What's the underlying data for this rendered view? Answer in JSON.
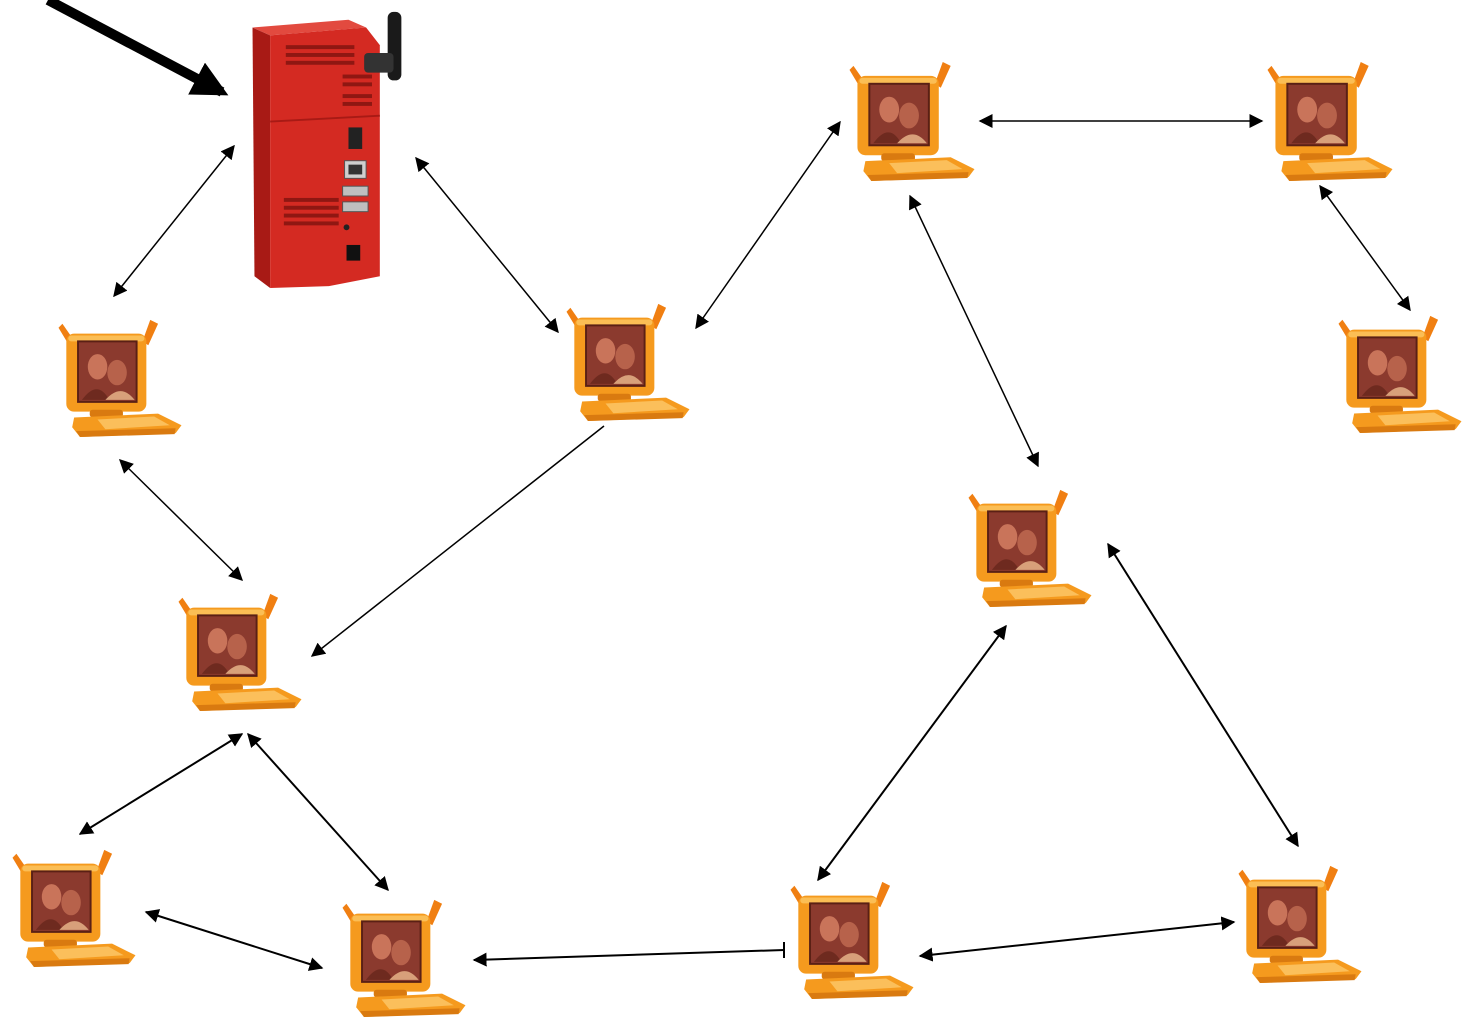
{
  "diagram": {
    "nodes": [
      {
        "id": "router",
        "kind": "router",
        "color": "#d42a22"
      },
      {
        "id": "laptop-1",
        "kind": "laptop"
      },
      {
        "id": "laptop-2",
        "kind": "laptop"
      },
      {
        "id": "laptop-3",
        "kind": "laptop"
      },
      {
        "id": "laptop-4",
        "kind": "laptop"
      },
      {
        "id": "laptop-5",
        "kind": "laptop"
      },
      {
        "id": "laptop-6",
        "kind": "laptop"
      },
      {
        "id": "laptop-7",
        "kind": "laptop"
      },
      {
        "id": "laptop-8",
        "kind": "laptop"
      },
      {
        "id": "laptop-9",
        "kind": "laptop"
      },
      {
        "id": "laptop-10",
        "kind": "laptop"
      },
      {
        "id": "laptop-11",
        "kind": "laptop"
      },
      {
        "id": "laptop-12",
        "kind": "laptop"
      }
    ],
    "links": [
      {
        "from": "router",
        "to": "laptop-1",
        "direction": "both"
      },
      {
        "from": "router",
        "to": "laptop-2",
        "direction": "both"
      },
      {
        "from": "laptop-2",
        "to": "laptop-5",
        "direction": "both"
      },
      {
        "from": "laptop-5",
        "to": "laptop-6",
        "direction": "both"
      },
      {
        "from": "laptop-6",
        "to": "laptop-7",
        "direction": "both"
      },
      {
        "from": "laptop-5",
        "to": "laptop-8",
        "direction": "both"
      },
      {
        "from": "laptop-1",
        "to": "laptop-3",
        "direction": "both"
      },
      {
        "from": "laptop-2",
        "to": "laptop-3",
        "direction": "to"
      },
      {
        "from": "laptop-3",
        "to": "laptop-4",
        "direction": "both"
      },
      {
        "from": "laptop-3",
        "to": "laptop-9",
        "direction": "both"
      },
      {
        "from": "laptop-4",
        "to": "laptop-9",
        "direction": "both"
      },
      {
        "from": "laptop-10",
        "to": "laptop-9",
        "direction": "to"
      },
      {
        "from": "laptop-10",
        "to": "laptop-8",
        "direction": "both"
      },
      {
        "from": "laptop-8",
        "to": "laptop-11",
        "direction": "both"
      },
      {
        "from": "laptop-10",
        "to": "laptop-11",
        "direction": "both"
      }
    ],
    "colors": {
      "laptop_body": "#f59a1e",
      "laptop_screen": "#8b3a2e",
      "router_body": "#d42a22",
      "arrow": "#000000"
    }
  }
}
